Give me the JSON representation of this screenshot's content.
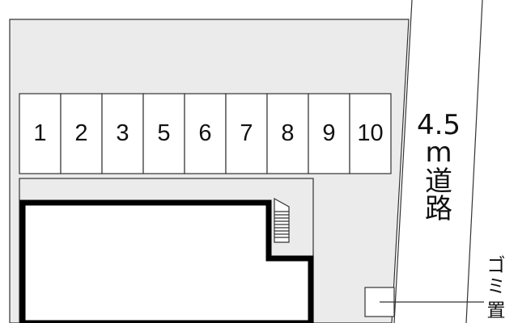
{
  "map": {
    "parking_slots": [
      "1",
      "2",
      "3",
      "5",
      "6",
      "7",
      "8",
      "9",
      "10"
    ],
    "road": {
      "width_label": "4.5",
      "unit_label": "m",
      "name_chars": [
        "道",
        "路"
      ]
    },
    "trash_area": {
      "label_chars": [
        "ゴ",
        "ミ",
        "置"
      ]
    },
    "colors": {
      "lot_fill": "#ebebeb",
      "line": "#333333",
      "building_outline": "#000000",
      "background": "#ffffff"
    }
  }
}
